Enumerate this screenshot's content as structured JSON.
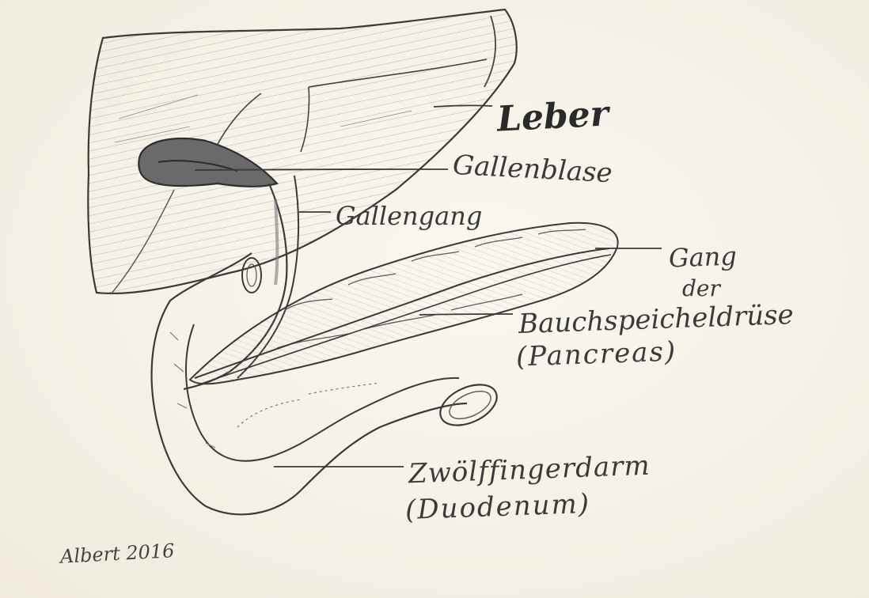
{
  "labels": {
    "liver": "Leber",
    "gallbladder": "Gallenblase",
    "bile_duct": "Gallengang",
    "pancreatic_duct_line1": "Gang",
    "pancreatic_duct_line2": "der",
    "pancreas_line1": "Bauchspeicheldrüse",
    "pancreas_line2": "(Pancreas)",
    "duodenum_line1": "Zwölffingerdarm",
    "duodenum_line2": "(Duodenum)"
  },
  "signature": "Albert 2016",
  "colors": {
    "paper": "#f5f1e7",
    "pencil": "#3a3a3a"
  }
}
